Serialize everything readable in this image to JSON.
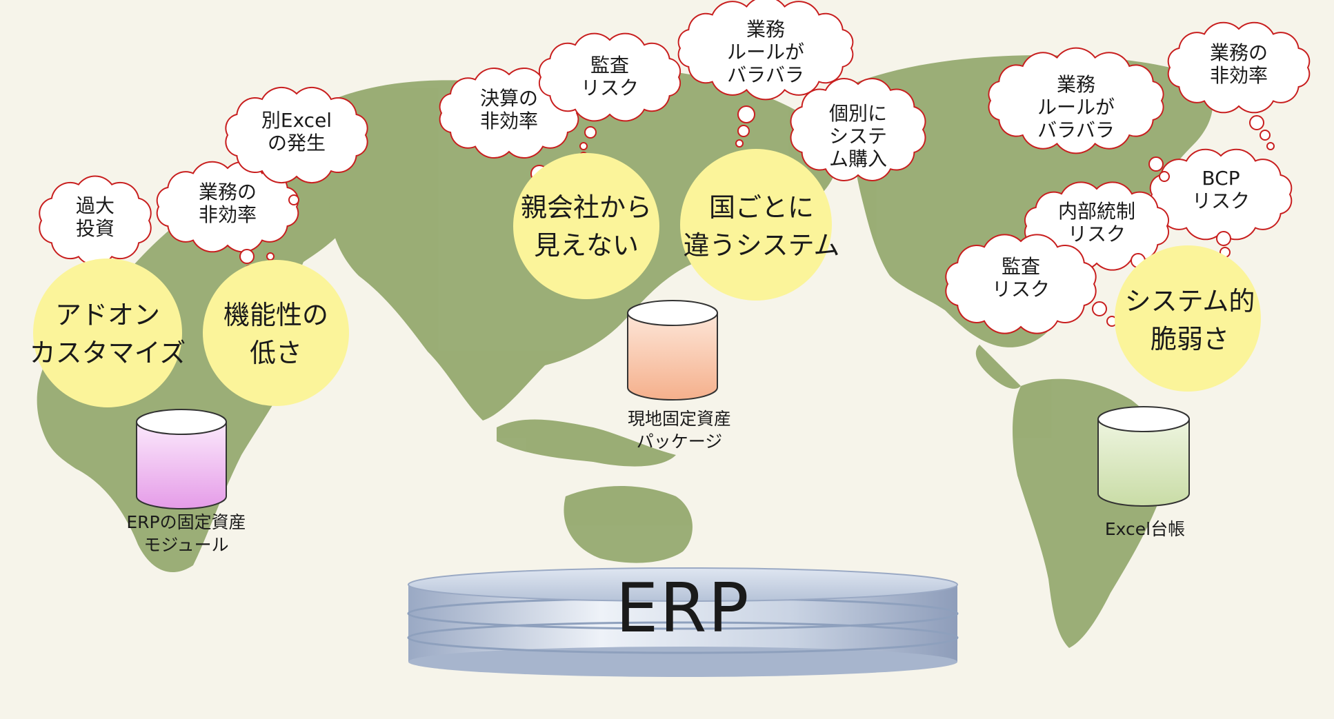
{
  "colors": {
    "background": "#f6f4ea",
    "land": "#93a76c",
    "cloud_border": "#c81e1e",
    "bubble": "#fbf49a",
    "db_purple": "#e59ce8",
    "db_orange": "#f5b08c",
    "db_green": "#c9dca6",
    "erp_disc": "#c3cee1"
  },
  "clouds": [
    {
      "id": "kadai-toushi",
      "lines": [
        "過大",
        "投資"
      ]
    },
    {
      "id": "gyoumu-hikouritsu-1",
      "lines": [
        "業務の",
        "非効率"
      ]
    },
    {
      "id": "betsu-excel",
      "lines": [
        "別Excel",
        "の発生"
      ]
    },
    {
      "id": "kessan-hikouritsu",
      "lines": [
        "決算の",
        "非効率"
      ]
    },
    {
      "id": "kansa-risk-1",
      "lines": [
        "監査",
        "リスク"
      ]
    },
    {
      "id": "gyoumu-rule-1",
      "lines": [
        "業務",
        "ルールが",
        "バラバラ"
      ]
    },
    {
      "id": "kobetsu-system",
      "lines": [
        "個別に",
        "システ",
        "ム購入"
      ]
    },
    {
      "id": "gyoumu-rule-2",
      "lines": [
        "業務",
        "ルールが",
        "バラバラ"
      ]
    },
    {
      "id": "gyoumu-hikouritsu-2",
      "lines": [
        "業務の",
        "非効率"
      ]
    },
    {
      "id": "bcp-risk",
      "lines": [
        "BCP",
        "リスク"
      ]
    },
    {
      "id": "naibu-tousei",
      "lines": [
        "内部統制",
        "リスク"
      ]
    },
    {
      "id": "kansa-risk-2",
      "lines": [
        "監査",
        "リスク"
      ]
    }
  ],
  "bubbles": [
    {
      "id": "addon",
      "lines": [
        "アドオン",
        "カスタマイズ"
      ]
    },
    {
      "id": "kinousei",
      "lines": [
        "機能性の",
        "低さ"
      ]
    },
    {
      "id": "oyagaisha",
      "lines": [
        "親会社から",
        "見えない"
      ]
    },
    {
      "id": "kunigoto",
      "lines": [
        "国ごとに",
        "違うシステム"
      ]
    },
    {
      "id": "system-zeijaku",
      "lines": [
        "システム的",
        "脆弱さ"
      ]
    }
  ],
  "databases": [
    {
      "id": "erp-module",
      "lines": [
        "ERPの固定資産",
        "モジュール"
      ]
    },
    {
      "id": "local-package",
      "lines": [
        "現地固定資産",
        "パッケージ"
      ]
    },
    {
      "id": "excel-ledger",
      "lines": [
        "Excel台帳"
      ]
    }
  ],
  "erp": {
    "label": "ERP"
  }
}
